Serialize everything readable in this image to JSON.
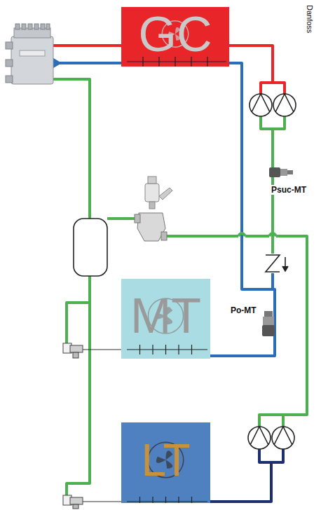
{
  "diagram": {
    "nodes": [
      {
        "text": [
          "GC"
        ]
      },
      {
        "text": [
          "MT"
        ]
      },
      {
        "text": [
          "LT"
        ]
      }
    ],
    "labels": [
      "Danfoss",
      "Psuc-MT",
      "Po-MT"
    ]
  }
}
